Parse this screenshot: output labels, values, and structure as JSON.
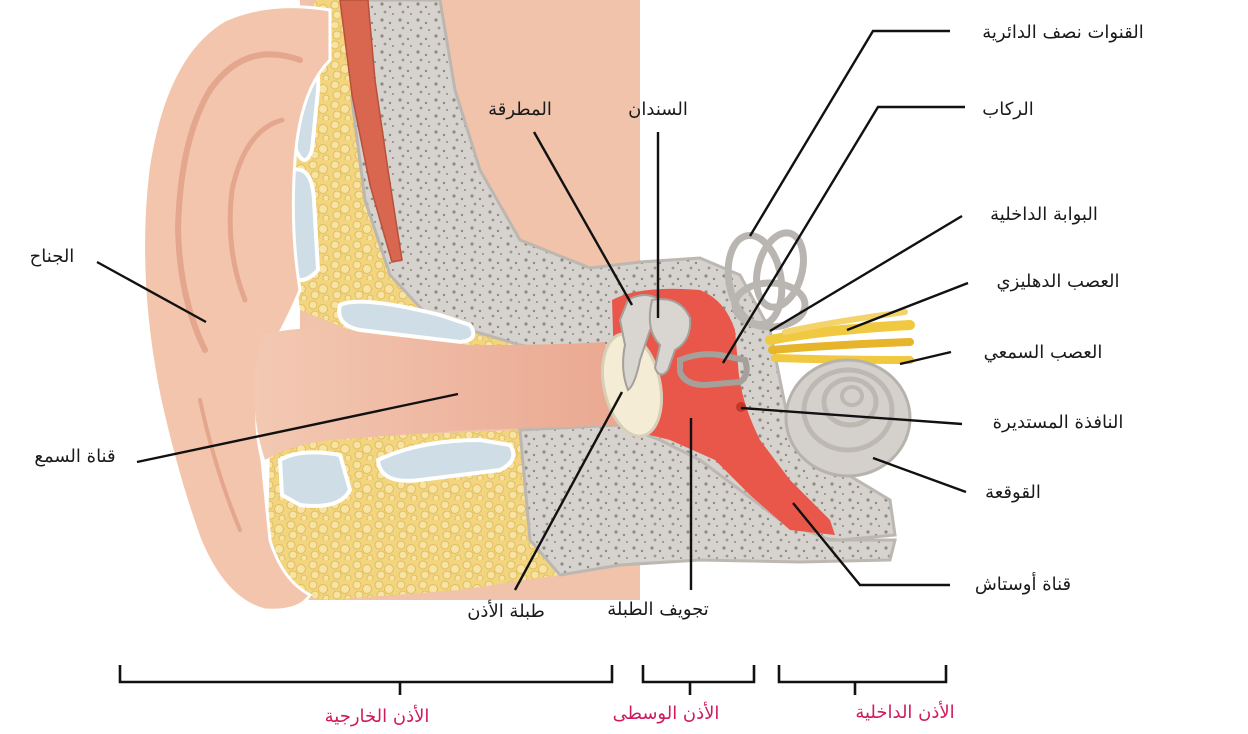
{
  "labels": {
    "pinna": "الجناح",
    "ear_canal": "قناة السمع",
    "malleus": "المطرقة",
    "incus": "السندان",
    "semicircular_canals": "القنوات نصف الدائرية",
    "stapes": "الركاب",
    "internal_meatus": "البوابة الداخلية",
    "vestibular_nerve": "العصب الدهليزي",
    "cochlear_nerve": "العصب السمعي",
    "round_window": "النافذة المستديرة",
    "cochlea": "القوقعة",
    "eustachian_tube": "قناة أوستاش",
    "eardrum": "طبلة الأذن",
    "tympanic_cavity": "تجويف الطبلة"
  },
  "sections": {
    "outer": "الأذن الخارجية",
    "middle": "الأذن الوسطى",
    "inner": "الأذن الداخلية"
  },
  "colors": {
    "skin": "#f3c5ad",
    "skin_dark": "#e9ab90",
    "fat": "#f2d57e",
    "cartilage": "#cfdde6",
    "bone": "#d9d5d0",
    "bone_dark": "#b9b3ad",
    "muscle": "#d9674f",
    "cavity": "#e9574a",
    "nerve": "#f0c940",
    "section_label": "#d0195f"
  }
}
